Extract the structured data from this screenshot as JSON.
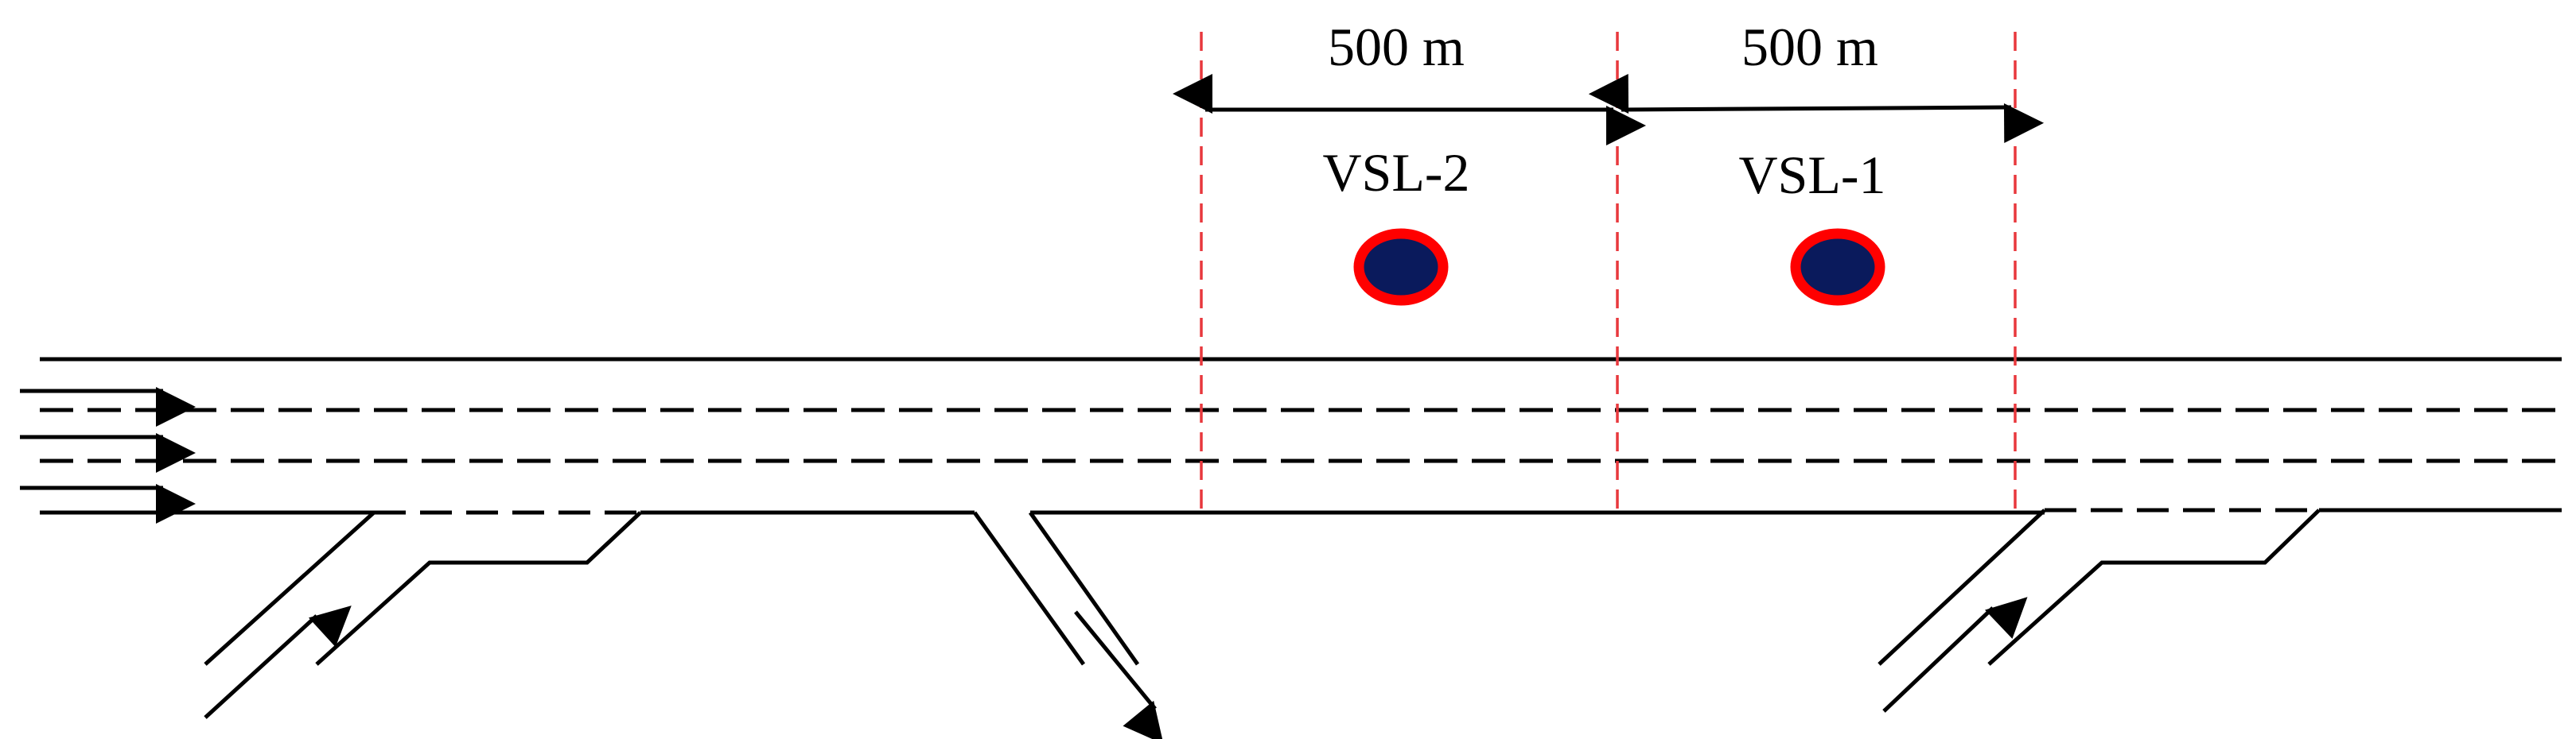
{
  "sections": [
    {
      "id": "vsl-2",
      "distance_label": "500 m",
      "sign_label": "VSL-2"
    },
    {
      "id": "vsl-1",
      "distance_label": "500 m",
      "sign_label": "VSL-1"
    }
  ],
  "colors": {
    "line": "#000000",
    "boundary": "#e8383d",
    "sign_ring": "#ff0000",
    "sign_fill": "#0a1a5c",
    "background": "#ffffff"
  },
  "lanes": 3,
  "ramps": [
    "on-ramp",
    "off-ramp",
    "on-ramp"
  ]
}
